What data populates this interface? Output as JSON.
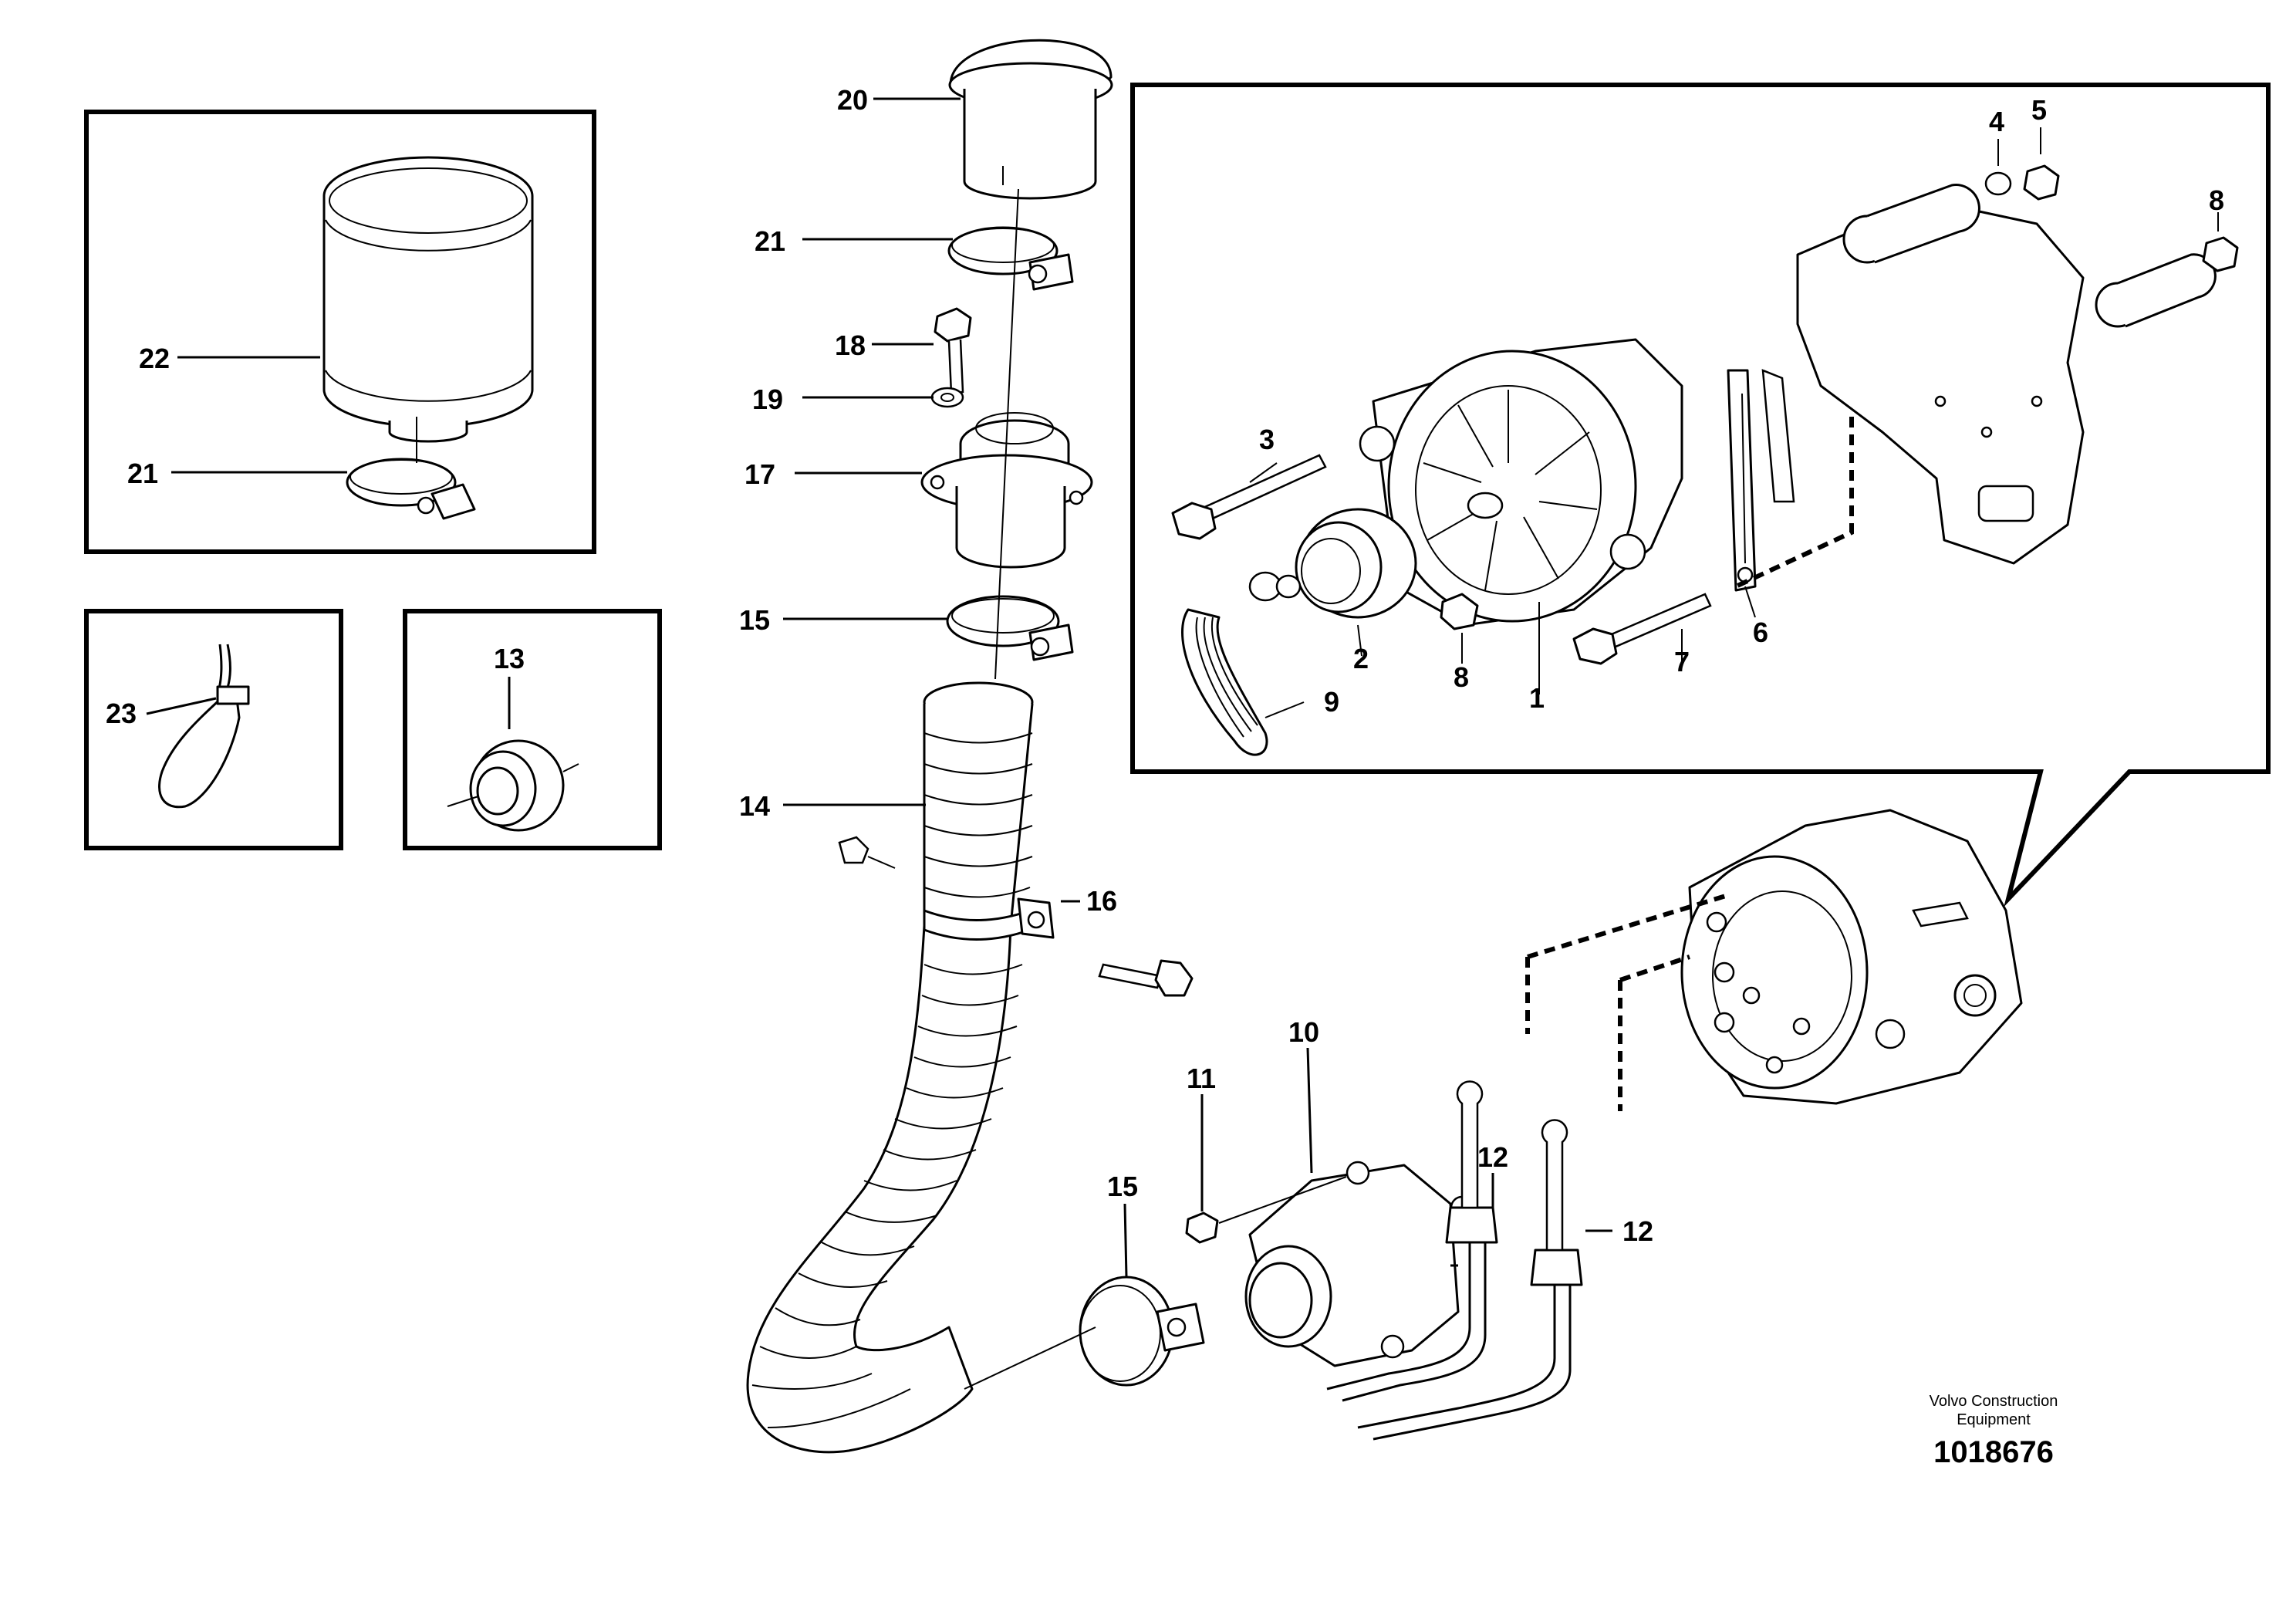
{
  "callouts": {
    "n1": "1",
    "n2": "2",
    "n3": "3",
    "n4": "4",
    "n5": "5",
    "n6": "6",
    "n7": "7",
    "n8a": "8",
    "n8b": "8",
    "n9": "9",
    "n10": "10",
    "n11": "11",
    "n12a": "12",
    "n12b": "12",
    "n13": "13",
    "n14": "14",
    "n15a": "15",
    "n15b": "15",
    "n16": "16",
    "n17": "17",
    "n18": "18",
    "n19": "19",
    "n20": "20",
    "n21a": "21",
    "n21b": "21",
    "n22": "22",
    "n23": "23"
  },
  "footer": {
    "brand_line1": "Volvo Construction",
    "brand_line2": "Equipment",
    "drawing_number": "1018676"
  }
}
